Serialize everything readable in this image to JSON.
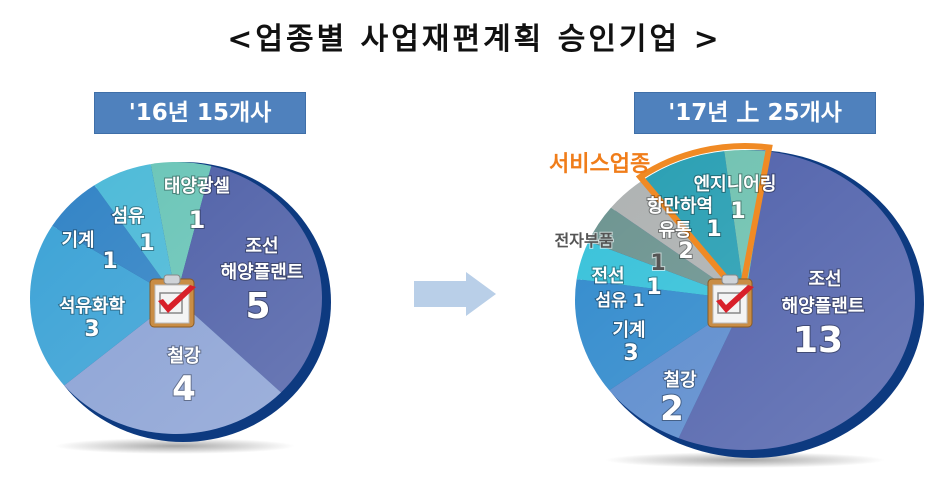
{
  "title": "<업종별 사업재편계획 승인기업 >",
  "arrow": {
    "color": "#b9cfe8",
    "icon": "right-arrow-icon"
  },
  "chart_data": [
    {
      "type": "pie",
      "title": "'16년 15개사",
      "total": 15,
      "categories": [
        "태양광셀",
        "조선 해양플랜트",
        "철강",
        "석유화학",
        "기계",
        "섬유"
      ],
      "values": [
        1,
        5,
        4,
        3,
        1,
        1
      ],
      "colors": [
        "#5bbfb0",
        "#3c4f9e",
        "#7f98d0",
        "#2a9ad2",
        "#1f78c0",
        "#3cb3d4"
      ],
      "labels": [
        {
          "lines": [
            "태양광셀",
            "1"
          ]
        },
        {
          "lines": [
            "조선",
            "해양플랜트",
            "5"
          ]
        },
        {
          "lines": [
            "철강",
            "4"
          ]
        },
        {
          "lines": [
            "석유화학",
            "3"
          ]
        },
        {
          "lines": [
            "기계",
            "1"
          ]
        },
        {
          "lines": [
            "섬유",
            "1"
          ]
        }
      ]
    },
    {
      "type": "pie",
      "title": "'17년 上 25개사",
      "total": 25,
      "categories": [
        "조선 해양플랜트",
        "철강",
        "기계",
        "섬유",
        "전선",
        "전자부품",
        "항만하역 유통",
        "엔지니어링"
      ],
      "values": [
        13,
        2,
        3,
        1,
        1,
        1,
        2,
        1
      ],
      "colors": [
        "#3f52a3",
        "#4a7fc8",
        "#1f80c8",
        "#26bcd6",
        "#5f8a86",
        "#a7abab",
        "#1596ac",
        "#62bca9"
      ],
      "labels": [
        {
          "lines": [
            "조선",
            "해양플랜트",
            "13"
          ]
        },
        {
          "lines": [
            "철강",
            "2"
          ]
        },
        {
          "lines": [
            "기계",
            "3"
          ]
        },
        {
          "lines": [
            "섬유 1"
          ]
        },
        {
          "lines": [
            "전선",
            "1"
          ]
        },
        {
          "lines": [
            "전자부품",
            "1"
          ]
        },
        {
          "lines": [
            "항만하역",
            "유통",
            "2",
            "1"
          ]
        },
        {
          "lines": [
            "엔지니어링",
            "1"
          ]
        }
      ],
      "annotation": {
        "text": "서비스업종",
        "color": "#f07d1a",
        "highlights": [
          "항만하역 유통",
          "엔지니어링"
        ]
      }
    }
  ]
}
